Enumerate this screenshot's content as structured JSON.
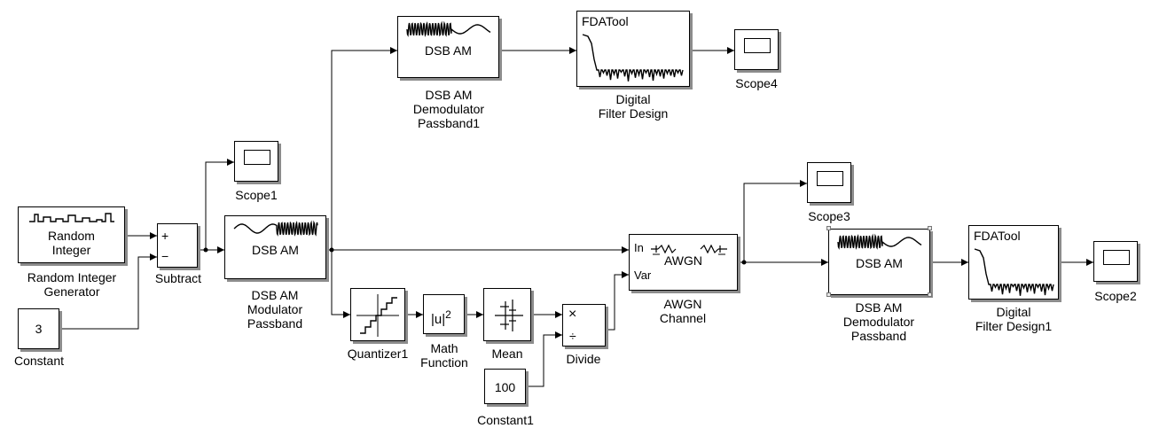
{
  "blocks": {
    "random_integer": {
      "inner": "Random\nInteger",
      "title": "Random Integer\nGenerator"
    },
    "constant": {
      "inner": "3",
      "title": "Constant"
    },
    "subtract": {
      "title": "Subtract",
      "plus": "+",
      "minus": "−"
    },
    "scope1": {
      "title": "Scope1"
    },
    "modulator": {
      "inner": "DSB AM",
      "title": "DSB AM\nModulator\nPassband"
    },
    "demod1": {
      "inner": "DSB AM",
      "title": "DSB AM\nDemodulator\nPassband1"
    },
    "fda1": {
      "inner": "FDATool",
      "title": "Digital\nFilter Design"
    },
    "scope4": {
      "title": "Scope4"
    },
    "quantizer": {
      "title": "Quantizer1"
    },
    "mathfn": {
      "inner": "|u|",
      "sup": "2",
      "title": "Math\nFunction"
    },
    "mean": {
      "title": "Mean"
    },
    "divide": {
      "title": "Divide",
      "times": "×",
      "div": "÷"
    },
    "constant1": {
      "inner": "100",
      "title": "Constant1"
    },
    "awgn": {
      "inner": "AWGN",
      "port_in": "In",
      "port_var": "Var",
      "title": "AWGN\nChannel"
    },
    "scope3": {
      "title": "Scope3"
    },
    "demod": {
      "inner": "DSB AM",
      "title": "DSB AM\nDemodulator\nPassband"
    },
    "fda2": {
      "inner": "FDATool",
      "title": "Digital\nFilter Design1"
    },
    "scope2": {
      "title": "Scope2"
    }
  }
}
